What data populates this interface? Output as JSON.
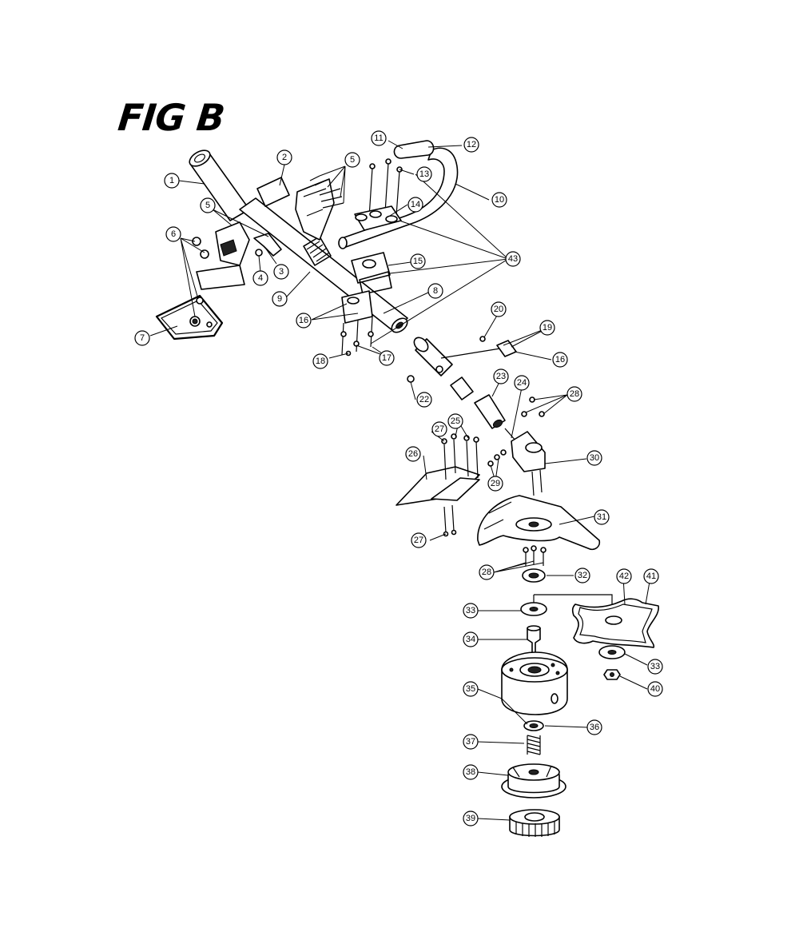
{
  "figure": {
    "title": "FIG B"
  },
  "callouts": [
    {
      "key": "c1",
      "text": "1"
    },
    {
      "key": "c2",
      "text": "2"
    },
    {
      "key": "c3",
      "text": "3"
    },
    {
      "key": "c4",
      "text": "4"
    },
    {
      "key": "c5a",
      "text": "5"
    },
    {
      "key": "c5b",
      "text": "5"
    },
    {
      "key": "c6",
      "text": "6"
    },
    {
      "key": "c7",
      "text": "7"
    },
    {
      "key": "c8",
      "text": "8"
    },
    {
      "key": "c9",
      "text": "9"
    },
    {
      "key": "c10",
      "text": "10"
    },
    {
      "key": "c11",
      "text": "11"
    },
    {
      "key": "c12",
      "text": "12"
    },
    {
      "key": "c13",
      "text": "13"
    },
    {
      "key": "c14",
      "text": "14"
    },
    {
      "key": "c15",
      "text": "15"
    },
    {
      "key": "c16a",
      "text": "16"
    },
    {
      "key": "c16b",
      "text": "16"
    },
    {
      "key": "c17",
      "text": "17"
    },
    {
      "key": "c18",
      "text": "18"
    },
    {
      "key": "c19",
      "text": "19"
    },
    {
      "key": "c20",
      "text": "20"
    },
    {
      "key": "c22",
      "text": "22"
    },
    {
      "key": "c23",
      "text": "23"
    },
    {
      "key": "c24",
      "text": "24"
    },
    {
      "key": "c25",
      "text": "25"
    },
    {
      "key": "c26",
      "text": "26"
    },
    {
      "key": "c27a",
      "text": "27"
    },
    {
      "key": "c27b",
      "text": "27"
    },
    {
      "key": "c28a",
      "text": "28"
    },
    {
      "key": "c28b",
      "text": "28"
    },
    {
      "key": "c29",
      "text": "29"
    },
    {
      "key": "c30",
      "text": "30"
    },
    {
      "key": "c31",
      "text": "31"
    },
    {
      "key": "c32",
      "text": "32"
    },
    {
      "key": "c33a",
      "text": "33"
    },
    {
      "key": "c33b",
      "text": "33"
    },
    {
      "key": "c34",
      "text": "34"
    },
    {
      "key": "c35",
      "text": "35"
    },
    {
      "key": "c36",
      "text": "36"
    },
    {
      "key": "c37",
      "text": "37"
    },
    {
      "key": "c38",
      "text": "38"
    },
    {
      "key": "c39",
      "text": "39"
    },
    {
      "key": "c40",
      "text": "40"
    },
    {
      "key": "c41",
      "text": "41"
    },
    {
      "key": "c42",
      "text": "42"
    },
    {
      "key": "c43",
      "text": "43"
    }
  ]
}
